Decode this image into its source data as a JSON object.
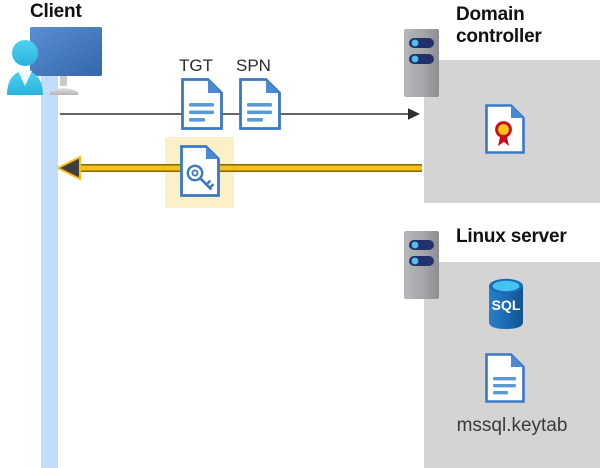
{
  "diagram": {
    "title_client": "Client",
    "title_domain_controller": "Domain controller",
    "title_linux_server": "Linux server",
    "labels": {
      "tgt": "TGT",
      "spn": "SPN",
      "keytab_filename": "mssql.keytab",
      "sql_text": "SQL"
    },
    "icons": {
      "client": "client-workstation-icon",
      "dc_server": "server-chassis-icon",
      "linux_server": "server-chassis-icon",
      "tgt_doc": "document-icon",
      "spn_doc": "document-icon",
      "key_doc": "key-document-icon",
      "certificate": "certificate-document-icon",
      "sql_db": "sql-database-icon",
      "keytab_doc": "document-icon"
    },
    "arrows": [
      {
        "name": "request-arrow",
        "direction": "right",
        "from": "client",
        "to": "domain-controller",
        "color": "#4d4d4d",
        "style": "thin-line"
      },
      {
        "name": "ticket-response-arrow",
        "direction": "left",
        "from": "domain-controller",
        "to": "client",
        "color": "#f2c21a",
        "head_color": "#3f3f3f",
        "style": "thick-highlighted-line"
      }
    ],
    "colors": {
      "panel_gray": "#d4d4d4",
      "lifeline_blue": "#c3dcfa",
      "highlight_yellow": "#fcf0c8",
      "arrow_yellow": "#f2c21a",
      "arrow_gray": "#4d4d4d",
      "doc_blue": "#3b78c4",
      "doc_fold_blue": "#4a89d4",
      "server_gray": "#a8a9ad",
      "server_navy": "#23306b",
      "server_dot_blue": "#4fc2ee",
      "sql_blue": "#1a6bb5",
      "sql_top_cyan": "#43c4ef",
      "cert_red": "#c8101c",
      "cert_gold": "#f5c518",
      "monitor_blue": "#3f74bd",
      "person_cyan": "#39c0e8",
      "heading_black": "#111111"
    }
  }
}
